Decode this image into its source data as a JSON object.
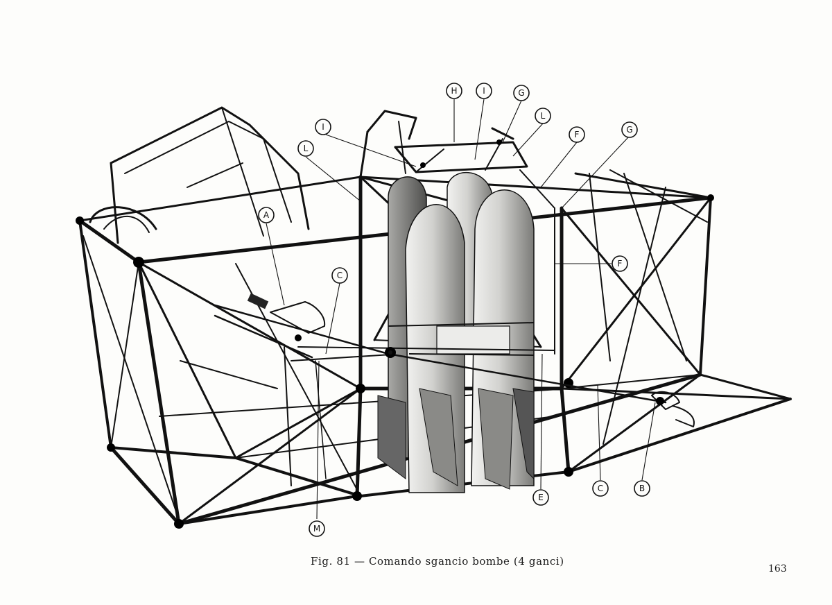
{
  "figure": {
    "caption": "Fig. 81 — Comando sgancio bombe (4 ganci)",
    "page_number": "163"
  },
  "callouts": [
    {
      "id": "H",
      "label": "H"
    },
    {
      "id": "I_top",
      "label": "I"
    },
    {
      "id": "G_top",
      "label": "G"
    },
    {
      "id": "L_top",
      "label": "L"
    },
    {
      "id": "I_left",
      "label": "I"
    },
    {
      "id": "L_left",
      "label": "L"
    },
    {
      "id": "F_top",
      "label": "F"
    },
    {
      "id": "G_right",
      "label": "G"
    },
    {
      "id": "A",
      "label": "A"
    },
    {
      "id": "C_upper",
      "label": "C"
    },
    {
      "id": "F_mid",
      "label": "F"
    },
    {
      "id": "E",
      "label": "E"
    },
    {
      "id": "C_lower",
      "label": "C"
    },
    {
      "id": "B",
      "label": "B"
    },
    {
      "id": "M",
      "label": "M"
    }
  ]
}
